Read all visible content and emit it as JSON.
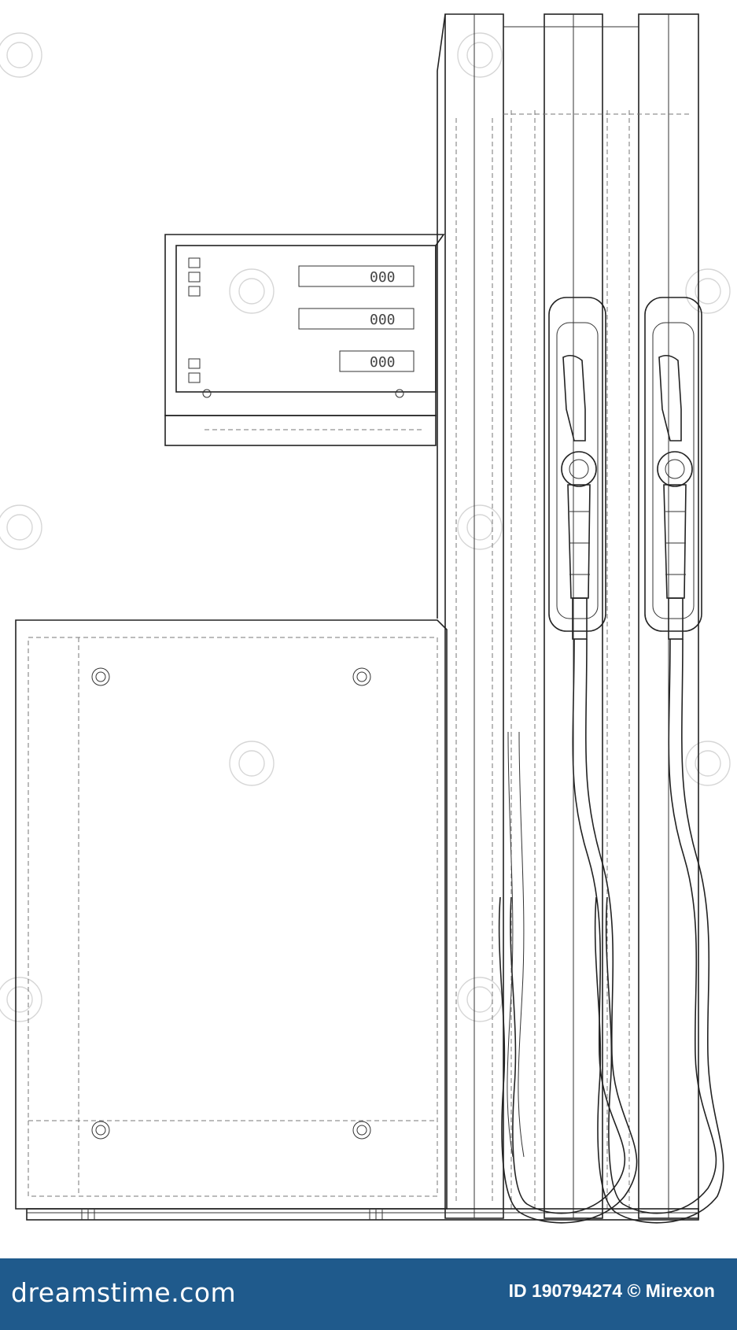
{
  "footer": {
    "brand": "dreamstime.com",
    "credit": "ID 190794274 © Mirexon",
    "background_color": "#1f5a8c"
  },
  "display": {
    "digit_groups": [
      "000",
      "000",
      "000"
    ]
  }
}
